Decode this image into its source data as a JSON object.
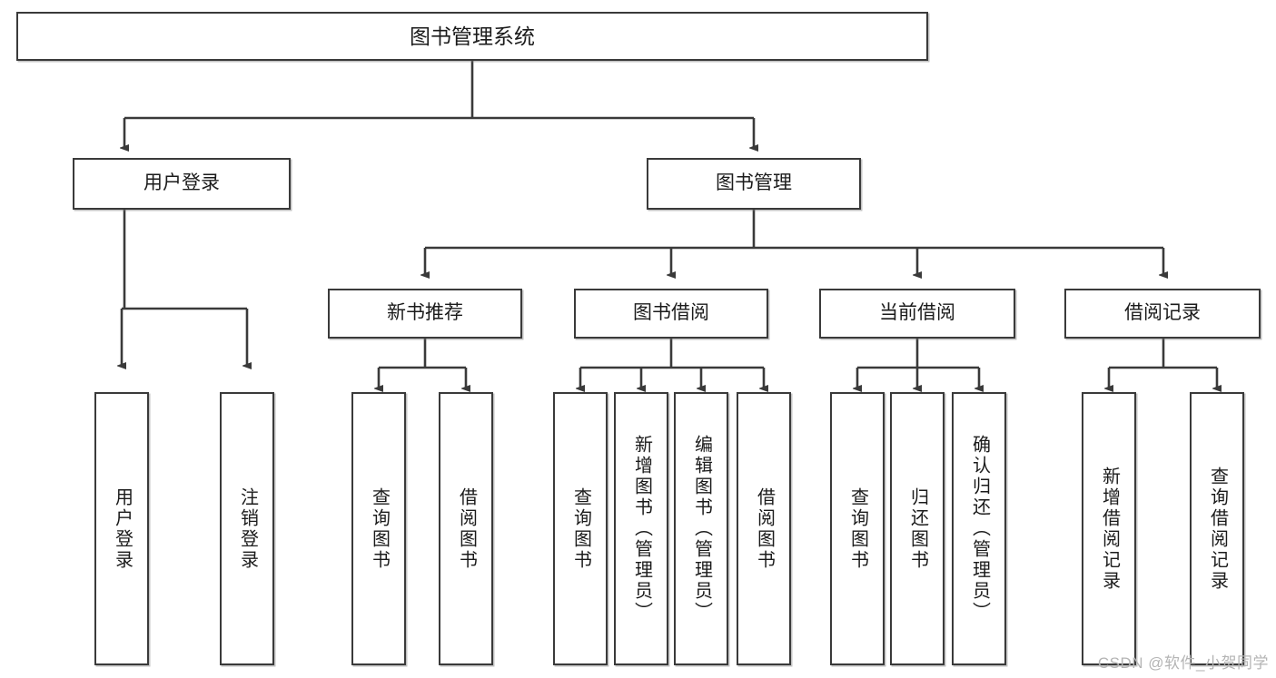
{
  "diagram": {
    "title": "图书管理系统",
    "type": "tree-hierarchy",
    "colors": {
      "box_border": "#3a3a3a",
      "box_fill": "#ffffff",
      "edge": "#3a3a3a",
      "text": "#1b1b1b",
      "watermark": "#b4b4b4"
    },
    "root": {
      "label": "图书管理系统"
    },
    "level2": [
      {
        "label": "用户登录"
      },
      {
        "label": "图书管理"
      }
    ],
    "level3": [
      {
        "label": "新书推荐"
      },
      {
        "label": "图书借阅"
      },
      {
        "label": "当前借阅"
      },
      {
        "label": "借阅记录"
      }
    ],
    "leaves": {
      "user_login": [
        {
          "label": "用户登录"
        },
        {
          "label": "注销登录"
        }
      ],
      "new_book_recommend": [
        {
          "label": "查询图书"
        },
        {
          "label": "借阅图书"
        }
      ],
      "book_borrow": [
        {
          "label": "查询图书"
        },
        {
          "label": "新增图书（管理员）"
        },
        {
          "label": "编辑图书（管理员）"
        },
        {
          "label": "借阅图书"
        }
      ],
      "current_borrow": [
        {
          "label": "查询图书"
        },
        {
          "label": "归还图书"
        },
        {
          "label": "确认归还（管理员）"
        }
      ],
      "borrow_records": [
        {
          "label": "新增借阅记录"
        },
        {
          "label": "查询借阅记录"
        }
      ]
    }
  },
  "watermark": {
    "text": "CSDN @软件_小贺同学"
  }
}
